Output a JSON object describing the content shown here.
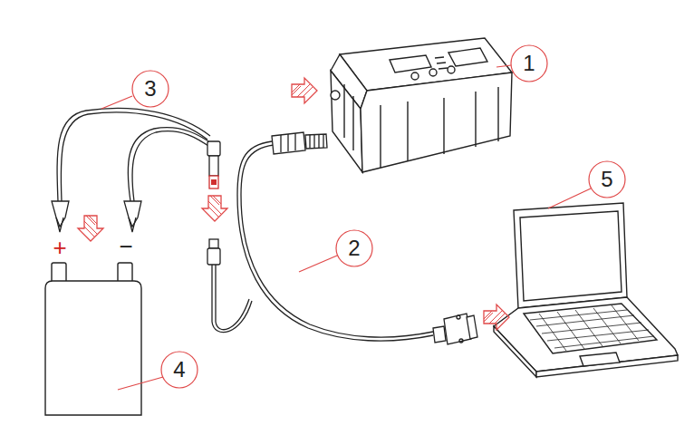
{
  "diagram": {
    "labels": [
      "3",
      "1",
      "+",
      "−",
      "2",
      "5",
      "4"
    ]
  }
}
